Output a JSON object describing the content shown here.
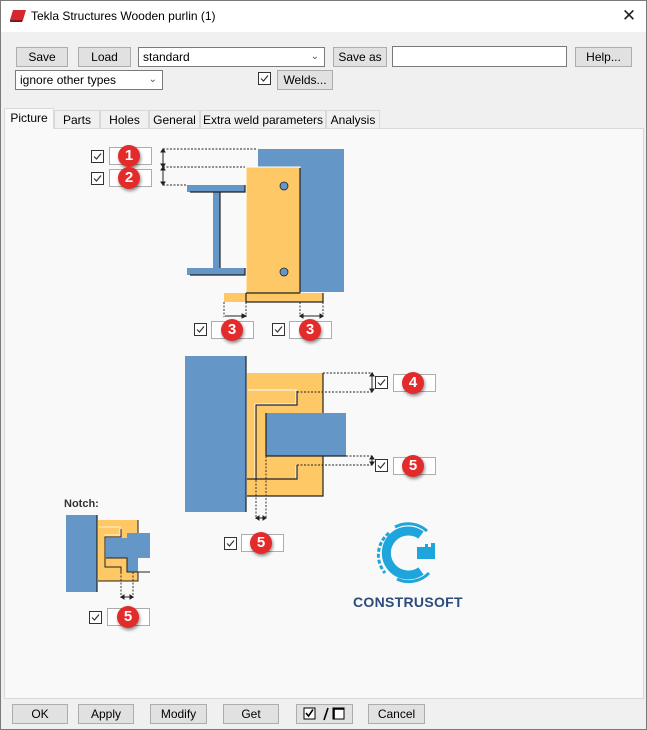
{
  "window": {
    "app_name": "Tekla Structures",
    "title": "Tekla Structures  Wooden purlin (1)",
    "close_icon": "close-icon"
  },
  "toolbar": {
    "save_label": "Save",
    "load_label": "Load",
    "preset_value": "standard",
    "save_as_label": "Save as",
    "save_as_value": "",
    "help_label": "Help...",
    "type_filter_value": "ignore other types",
    "welds_checked": true,
    "welds_label": "Welds..."
  },
  "tabs": [
    {
      "label": "Picture",
      "active": true
    },
    {
      "label": "Parts",
      "active": false
    },
    {
      "label": "Holes",
      "active": false
    },
    {
      "label": "General",
      "active": false
    },
    {
      "label": "Extra weld parameters",
      "active": false
    },
    {
      "label": "Analysis",
      "active": false
    }
  ],
  "picture": {
    "fields": [
      {
        "badge": "1",
        "checked": true,
        "value": ""
      },
      {
        "badge": "2",
        "checked": true,
        "value": ""
      },
      {
        "badge": "3",
        "checked": true,
        "value": ""
      },
      {
        "badge": "3",
        "checked": true,
        "value": ""
      },
      {
        "badge": "4",
        "checked": true,
        "value": ""
      },
      {
        "badge": "5",
        "checked": true,
        "value": ""
      },
      {
        "badge": "5",
        "checked": true,
        "value": ""
      },
      {
        "badge": "5",
        "checked": true,
        "value": ""
      }
    ],
    "notch_label": "Notch:",
    "logo_text": "CONSTRUSOFT"
  },
  "footer": {
    "ok_label": "OK",
    "apply_label": "Apply",
    "modify_label": "Modify",
    "get_label": "Get",
    "toggle_label": "/",
    "cancel_label": "Cancel"
  },
  "colors": {
    "steel_blue": "#6596c8",
    "plate_yellow": "#fdc865",
    "badge_red": "#e32b2b",
    "logo_blue": "#1ea5dc",
    "logo_text": "#2c4b7c"
  }
}
